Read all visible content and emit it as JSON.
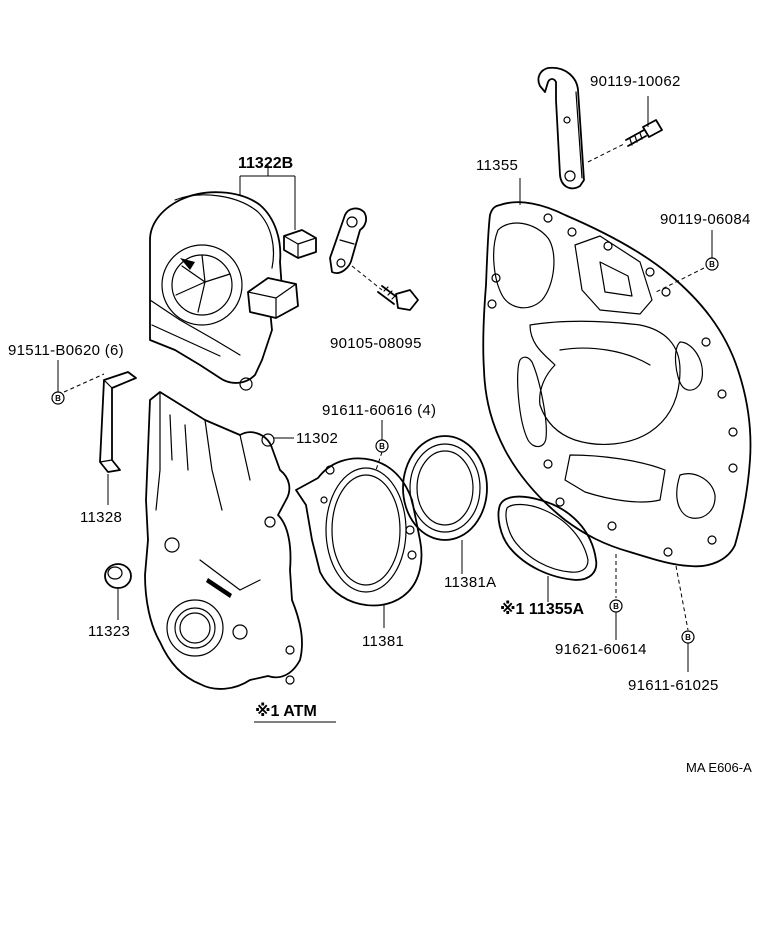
{
  "labels": {
    "p90119_10062": "90119-10062",
    "p11355": "11355",
    "p11322b": "11322B",
    "p90119_06084": "90119-06084",
    "p90105_08095": "90105-08095",
    "p91511_b0620": "91511-B0620 (6)",
    "p91611_60616": "91611-60616 (4)",
    "p11302": "11302",
    "p11328": "11328",
    "p11381a": "11381A",
    "p11355a": "※1 11355A",
    "p11323": "11323",
    "p11381": "11381",
    "p91621_60614": "91621-60614",
    "p91611_61025": "91611-61025",
    "note_atm": "※1 ATM",
    "ref_code": "MA E606-A"
  },
  "bolt_marks": {
    "b1": "B",
    "b2": "B",
    "b3": "B",
    "b4": "B",
    "b5": "B"
  }
}
